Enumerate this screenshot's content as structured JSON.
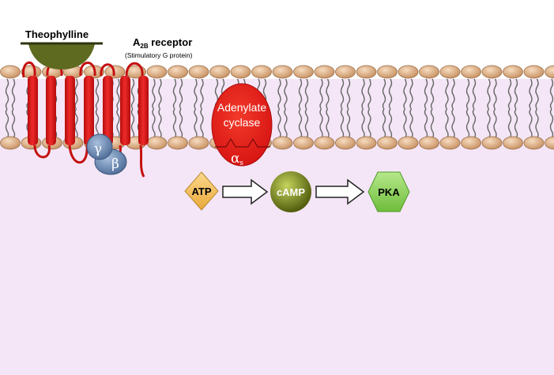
{
  "labels": {
    "ligand": "Theophylline",
    "receptor_main": "A",
    "receptor_sub": "2B",
    "receptor_rest": " receptor",
    "receptor_note": "(Stimulatory G protein)",
    "enzyme_line1": "Adenylate",
    "enzyme_line2": "cyclase",
    "alpha": "α",
    "alpha_sub": "s",
    "gamma": "γ",
    "beta": "β",
    "atp": "ATP",
    "camp": "cAMP",
    "pka": "PKA"
  },
  "colors": {
    "background_top": "#ffffff",
    "cytoplasm": "#f4e6f6",
    "lipid_head": "#e8b98c",
    "receptor_red": "#dd1515",
    "ligand_olive": "#5f6a21",
    "g_protein_blue": "#6f8fb6",
    "atp_fill": "#f6c25a",
    "camp_fill": "#8a9a1d",
    "pka_fill": "#8fd45a"
  }
}
